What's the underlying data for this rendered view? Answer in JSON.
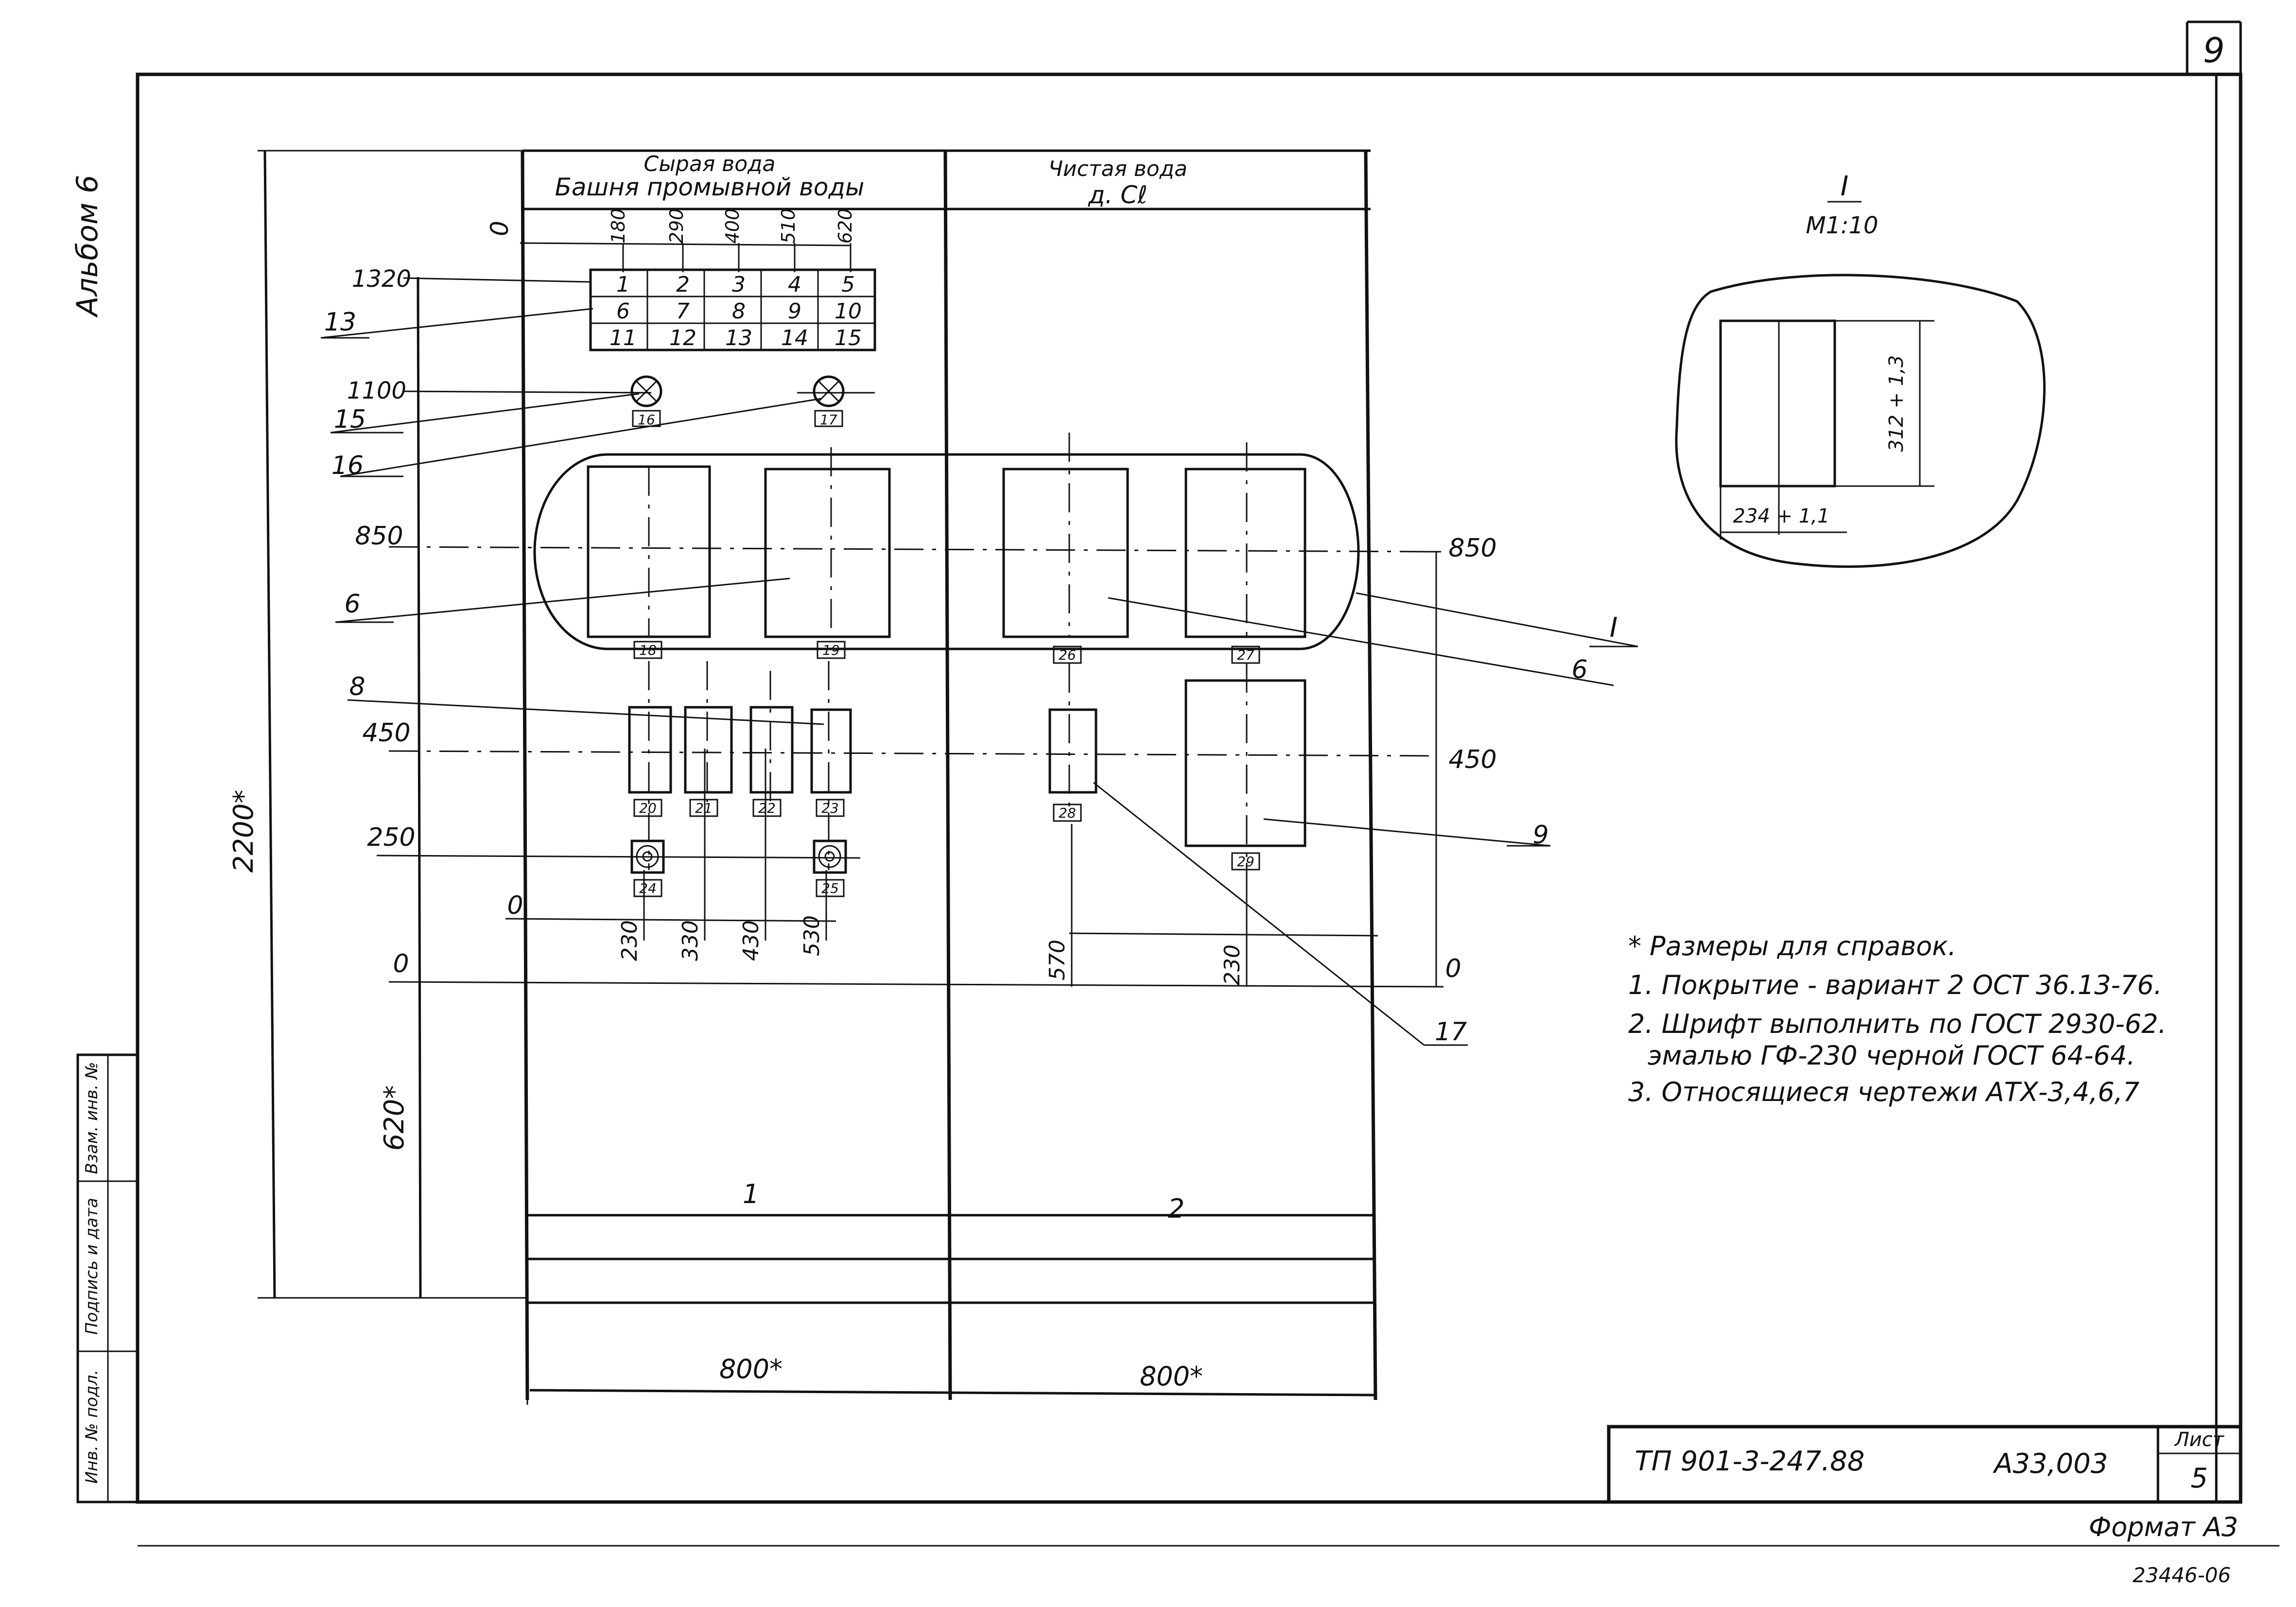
{
  "sheet": {
    "sheet_number_top": "9",
    "album_label": "Альбом 6",
    "format": "Формат А3",
    "archive_number": "23446-06",
    "side_stamp": [
      "Инв. № подл.",
      "Подпись и дата",
      "Взам. инв. №"
    ]
  },
  "title_block": {
    "document_code": "ТП 901-3-247.88",
    "drawing_code": "А33,003",
    "sheet_label": "Лист",
    "sheet_value": "5"
  },
  "panel": {
    "left_header_line1": "Сырая вода",
    "left_header_line2": "Башня промывной воды",
    "right_header_line1": "Чистая вода",
    "right_header_line2": "д. Сℓ",
    "left_band_label": "1",
    "right_band_label": "2"
  },
  "dimensions": {
    "overall_height": "2200*",
    "lower_height": "620*",
    "left_width": "800*",
    "right_width": "800*",
    "level_1320": "1320",
    "level_1100": "1100",
    "level_850_left": "850",
    "level_850_right": "850",
    "level_450_left": "450",
    "level_450_right": "450",
    "level_250": "250",
    "zero_a": "0",
    "zero_b": "0",
    "zero_c": "0",
    "zero_top": "0",
    "top_180": "180",
    "top_290": "290",
    "top_400": "400",
    "top_510": "510",
    "top_620": "620",
    "bottom_230_left": "230",
    "bottom_330": "330",
    "bottom_430": "430",
    "bottom_530": "530",
    "bottom_570": "570",
    "bottom_230_right": "230"
  },
  "callouts": {
    "c13": "13",
    "c15": "15",
    "c16": "16",
    "c6_left": "6",
    "c8": "8",
    "c1_section": "I",
    "c6_right": "6",
    "c9": "9",
    "c17": "17"
  },
  "grid_cells": [
    "1",
    "2",
    "3",
    "4",
    "5",
    "6",
    "7",
    "8",
    "9",
    "10",
    "11",
    "12",
    "13",
    "14",
    "15"
  ],
  "device_tags": {
    "t16": "16",
    "t17": "17",
    "t18": "18",
    "t19": "19",
    "t26": "26",
    "t27": "27",
    "t20": "20",
    "t21": "21",
    "t22": "22",
    "t23": "23",
    "t24": "24",
    "t25": "25",
    "t28": "28",
    "t29": "29"
  },
  "detail": {
    "title": "I",
    "scale": "М1:10",
    "dim_vertical": "312 + 1,3",
    "dim_horizontal": "234 + 1,1"
  },
  "notes": [
    "* Размеры для справок.",
    "1. Покрытие - вариант 2 ОСТ 36.13-76.",
    "2. Шрифт выполнить по ГОСТ 2930-62.",
    "эмалью ГФ-230 черной ГОСТ 64-64.",
    "3. Относящиеся чертежи АТХ-3,4,6,7"
  ]
}
